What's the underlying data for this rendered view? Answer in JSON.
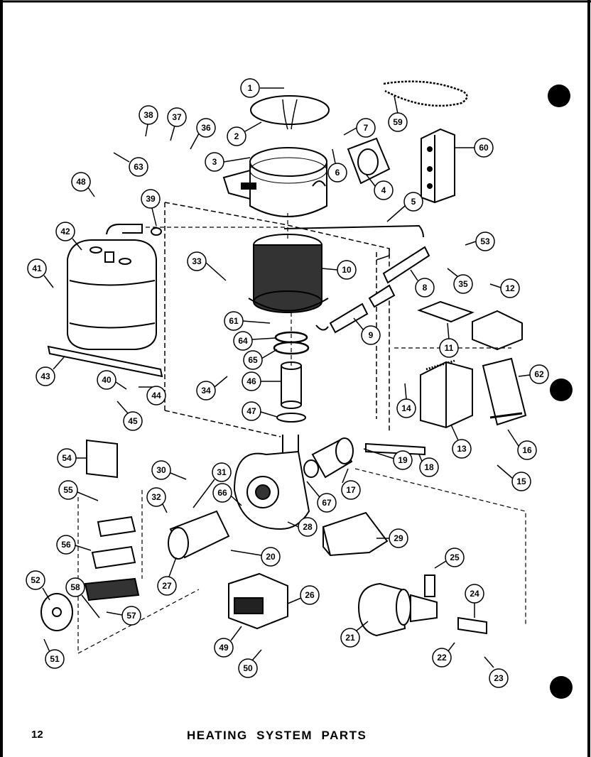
{
  "footer": {
    "page_number": "12",
    "title": "HEATING  SYSTEM  PARTS"
  },
  "callouts": [
    "1",
    "2",
    "3",
    "4",
    "5",
    "6",
    "7",
    "8",
    "9",
    "10",
    "11",
    "12",
    "13",
    "14",
    "15",
    "16",
    "17",
    "18",
    "19",
    "20",
    "21",
    "22",
    "23",
    "24",
    "25",
    "26",
    "27",
    "28",
    "29",
    "30",
    "31",
    "32",
    "33",
    "34",
    "35",
    "36",
    "37",
    "38",
    "39",
    "40",
    "41",
    "42",
    "43",
    "44",
    "45",
    "46",
    "47",
    "48",
    "49",
    "50",
    "51",
    "52",
    "53",
    "54",
    "55",
    "56",
    "57",
    "58",
    "59",
    "60",
    "61",
    "62",
    "63",
    "64",
    "65",
    "66",
    "67"
  ],
  "colors": {
    "ink": "#000000",
    "paper": "#ffffff"
  },
  "icons": [
    "binder-hole-icon"
  ]
}
